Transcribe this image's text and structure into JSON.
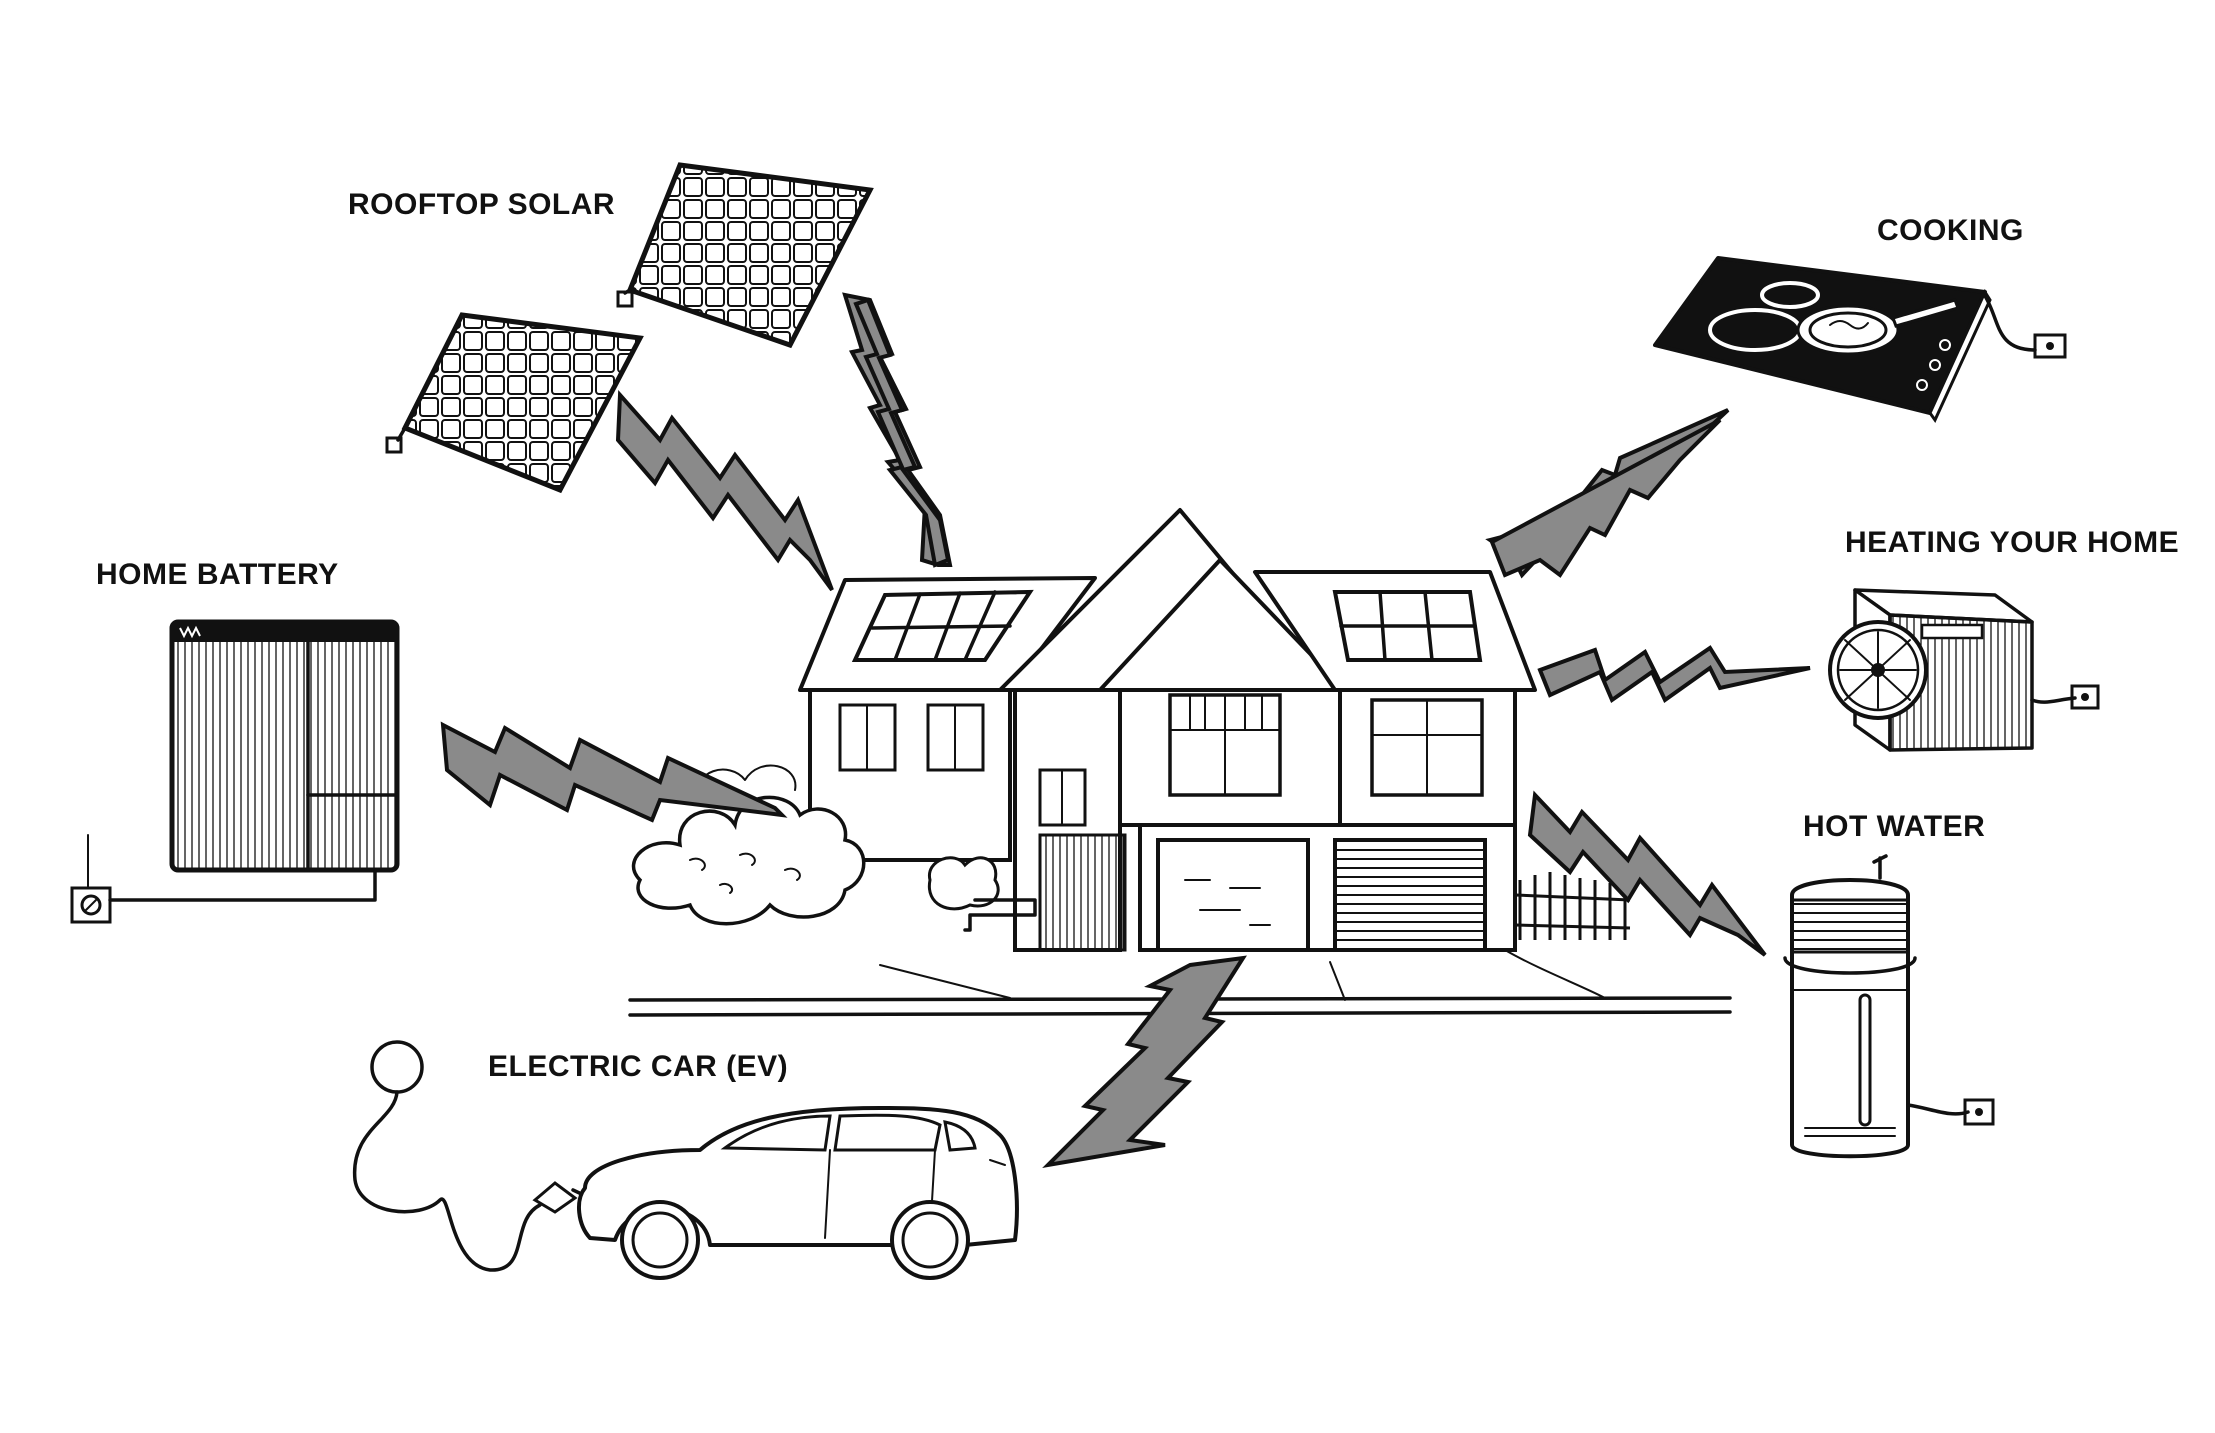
{
  "labels": {
    "rooftop_solar": "ROOFTOP SOLAR",
    "cooking": "COOKING",
    "home_battery": "HOME BATTERY",
    "heating": "HEATING YOUR HOME",
    "hot_water": "HOT WATER",
    "electric_car": "ELECTRIC CAR (EV)"
  },
  "colors": {
    "ink": "#111111",
    "bolt_fill": "#8a8a8a",
    "background": "#ffffff"
  }
}
